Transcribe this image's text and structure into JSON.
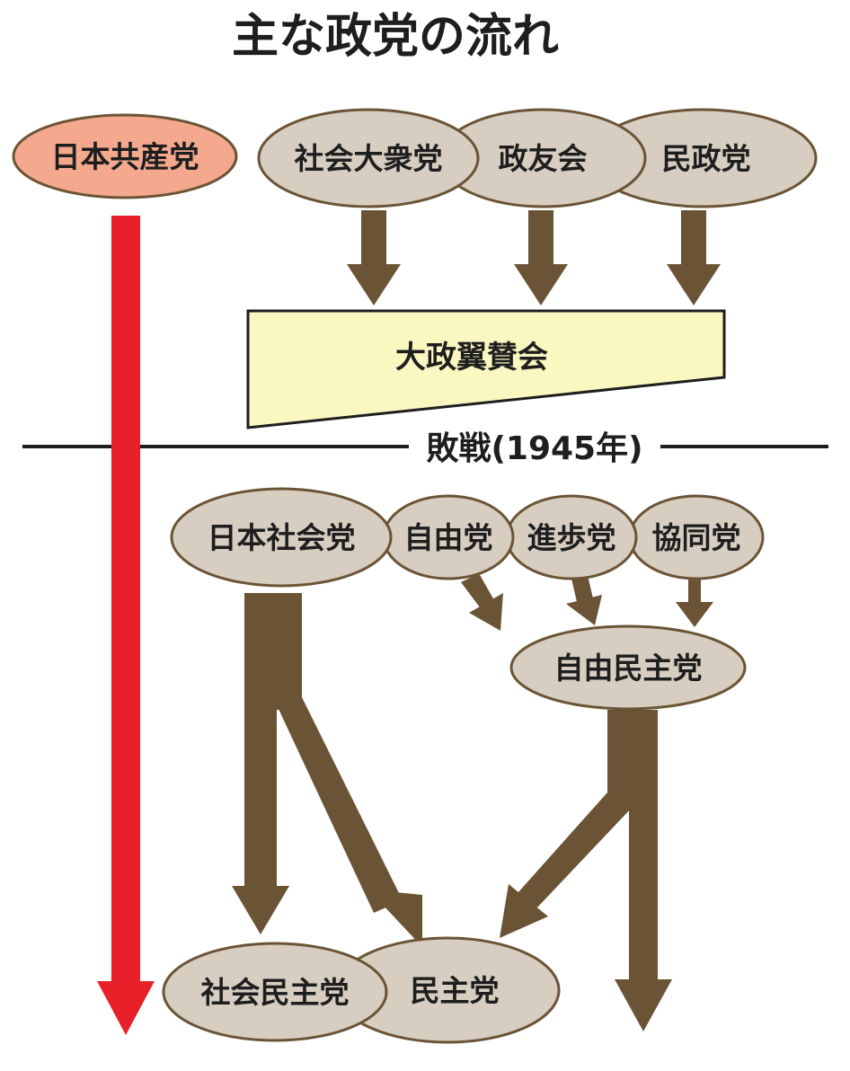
{
  "title": "主な政党の流れ",
  "divider_label": "敗戦(1945年)",
  "colors": {
    "arrow_brown": "#6b5436",
    "ellipse_fill": "#d7cdc1",
    "ellipse_stroke": "#6b5436",
    "jcp_fill": "#f4a98f",
    "jcp_arrow": "#e8202a",
    "taisei_fill": "#fbf7c0"
  },
  "parties": {
    "jcp": "日本共産党",
    "shakai_taishu": "社会大衆党",
    "seiyukai": "政友会",
    "minseito": "民政党",
    "taisei_yokusankai": "大政翼賛会",
    "nihon_shakaito": "日本社会党",
    "jiyuto": "自由党",
    "shinpoto": "進歩党",
    "kyodoto": "協同党",
    "jiminto": "自由民主党",
    "shaminto": "社会民主党",
    "minshuto": "民主党"
  }
}
